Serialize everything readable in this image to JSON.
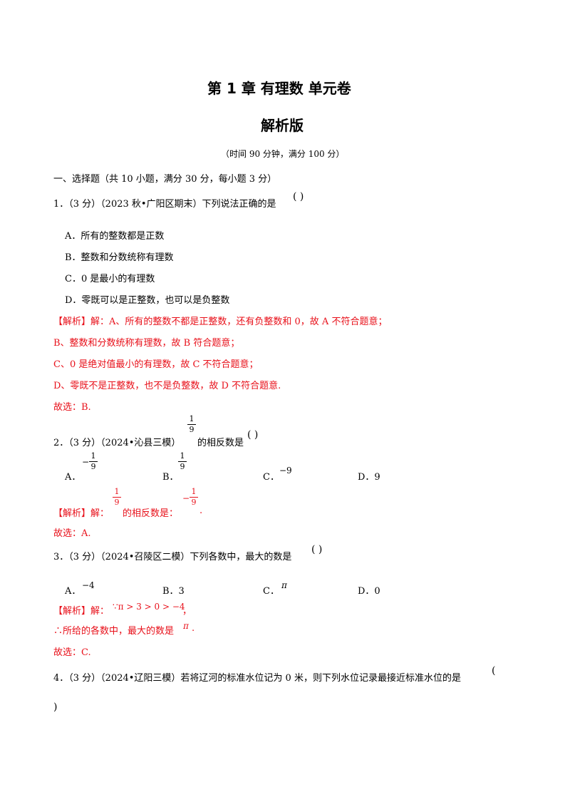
{
  "doc": {
    "title": "第 1 章 有理数 单元卷",
    "subtitle": "解析版",
    "time_info": "（时间 90 分钟，满分 100 分）",
    "section1": "一、选择题（共 10 小题，满分 30 分，每小题 3 分）"
  },
  "q1": {
    "stem": "1．（3 分）（2023 秋•广阳区期末）下列说法正确的是",
    "paren": "(        )",
    "opt_a": "A．所有的整数都是正数",
    "opt_b": "B．整数和分数统称有理数",
    "opt_c": "C．0 是最小的有理数",
    "opt_d": "D．零既可以是正整数，也可以是负整数",
    "ans1": "【解析】解：A、所有的整数不都是正整数，还有负整数和 0，故 A 不符合题意；",
    "ans2": "B、整数和分数统称有理数，故 B 符合题意；",
    "ans3": "C、0 是绝对值最小的有理数，故 C 不符合题意；",
    "ans4": "D、零既不是正整数，也不是负整数，故 D 不符合题意.",
    "choice": "故选：B."
  },
  "q2": {
    "stem_pre": "2．（3 分）（2024•沁县三模）",
    "stem_post": "的相反数是",
    "paren": "(        )",
    "frac_num": "1",
    "frac_den": "9",
    "minus": "−",
    "opt_a": "A．",
    "opt_b": "B．",
    "opt_c": "C．",
    "opt_c_val": "−9",
    "opt_d": "D．9",
    "ans_pre": "【解析】解：",
    "ans_mid": "的相反数是：",
    "ans_end": ".",
    "choice": "故选：A."
  },
  "q3": {
    "stem": "3．（3 分）（2024•召陵区二模）下列各数中，最大的数是",
    "paren": "(        )",
    "opt_a": "A．",
    "opt_a_val": "−4",
    "opt_b": "B．3",
    "opt_c": "C．",
    "opt_c_val": "π",
    "opt_d": "D．0",
    "ans1_pre": "【解析】解：",
    "ans1_math": "∵π > 3 > 0 > −4",
    "ans1_end": "，",
    "ans2_pre": "∴所给的各数中，最大的数是",
    "ans2_math": "π",
    "ans2_end": ".",
    "choice": "故选：C."
  },
  "q4": {
    "stem": "4．（3 分）（2024•辽阳三模）若将辽河的标准水位记为 0 米，则下列水位记录最接近标准水位的是",
    "paren_open": "(",
    "paren_close": ")"
  }
}
